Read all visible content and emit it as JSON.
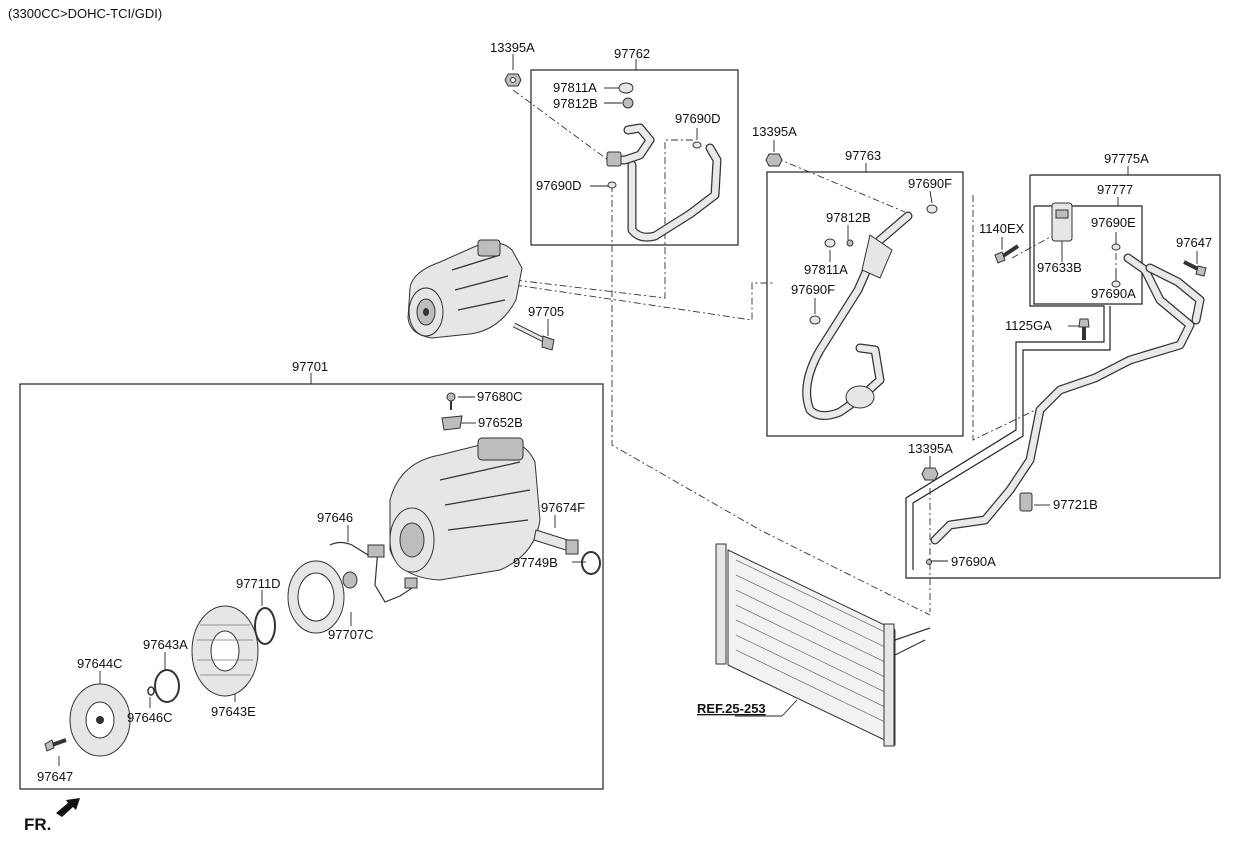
{
  "header": "(3300CC>DOHC-TCI/GDI)",
  "front_label": "FR.",
  "ref_label": "REF.25-253",
  "labels": {
    "nut_13395A_a": "13395A",
    "tube_97762": "97762",
    "cap_97811A_a": "97811A",
    "cap_97812B_a": "97812B",
    "oring_97690D_b": "97690D",
    "oring_97690D_a": "97690D",
    "nut_13395A_b": "13395A",
    "tube_97763": "97763",
    "oring_97690F_a": "97690F",
    "cap_97812B_b": "97812B",
    "cap_97811A_b": "97811A",
    "oring_97690F_b": "97690F",
    "bolt_97705": "97705",
    "assy_97775A": "97775A",
    "valve_97777": "97777",
    "oring_97690E": "97690E",
    "bolt_1140EX": "1140EX",
    "block_97633B": "97633B",
    "bolt_97647_a": "97647",
    "oring_97690A_a": "97690A",
    "bolt_1125GA": "1125GA",
    "nut_13395A_c": "13395A",
    "switch_97721B": "97721B",
    "oring_97690A_b": "97690A",
    "compressor_97701": "97701",
    "bolt_97680C": "97680C",
    "bracket_97652B": "97652B",
    "coil_97646": "97646",
    "valve_97674F": "97674F",
    "oring_97749B": "97749B",
    "shim_97711D": "97711D",
    "coil_97707C": "97707C",
    "ring_97643A": "97643A",
    "pulley_97643E": "97643E",
    "hub_97644C": "97644C",
    "shim_97646C": "97646C",
    "bolt_97647_b": "97647"
  }
}
